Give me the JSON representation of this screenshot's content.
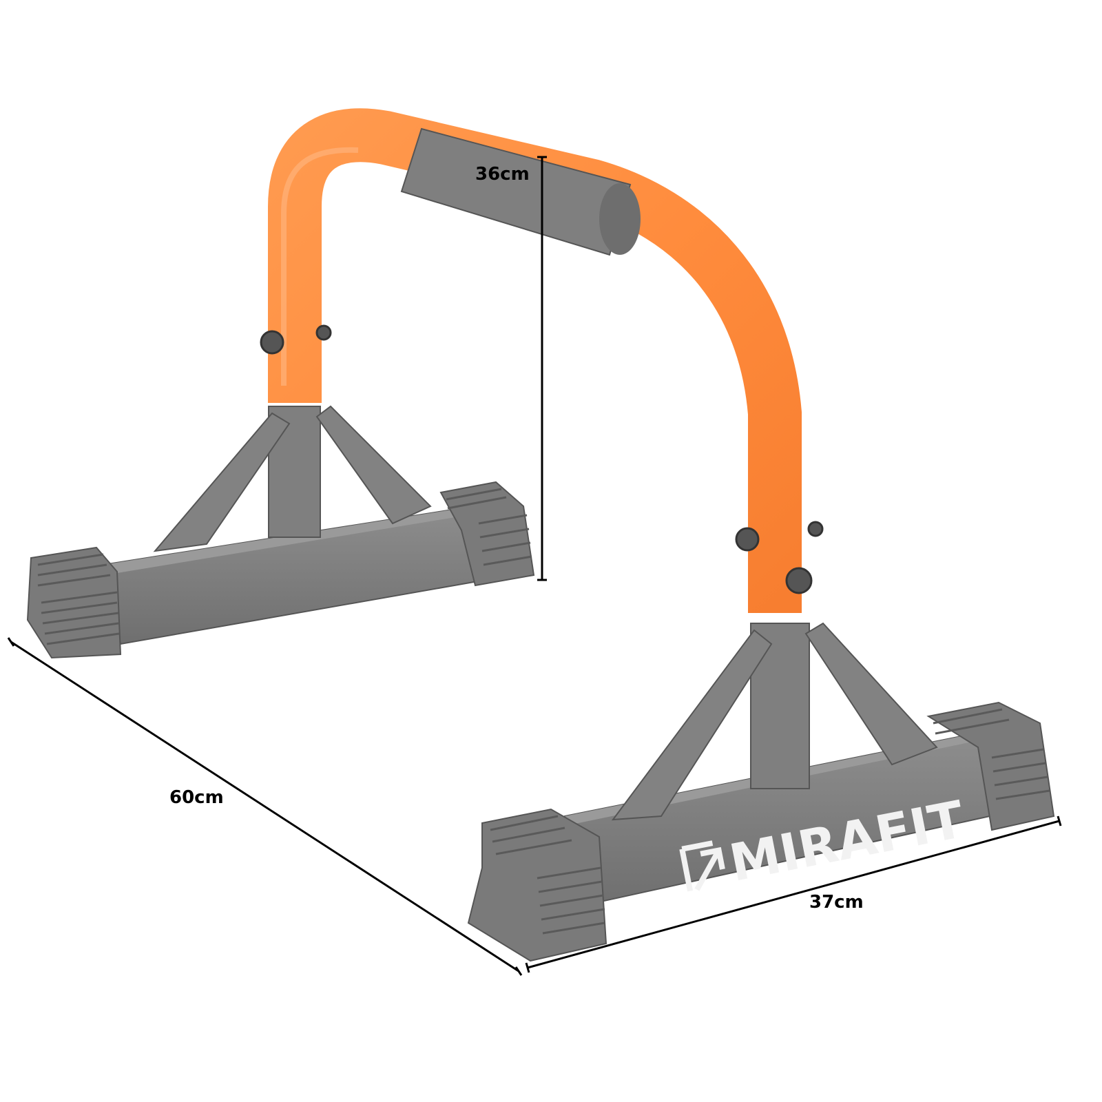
{
  "product": {
    "brand_logo": "MIRAFIT",
    "colors": {
      "frame_orange": "#ff8c3d",
      "grip_grey": "#878787",
      "base_grey": "#7d7d7d",
      "base_dark": "#5f5f5f",
      "logo_text": "#f2f2f2"
    }
  },
  "dimensions": {
    "height": "36cm",
    "length": "60cm",
    "width": "37cm",
    "line_color": "#000000"
  }
}
